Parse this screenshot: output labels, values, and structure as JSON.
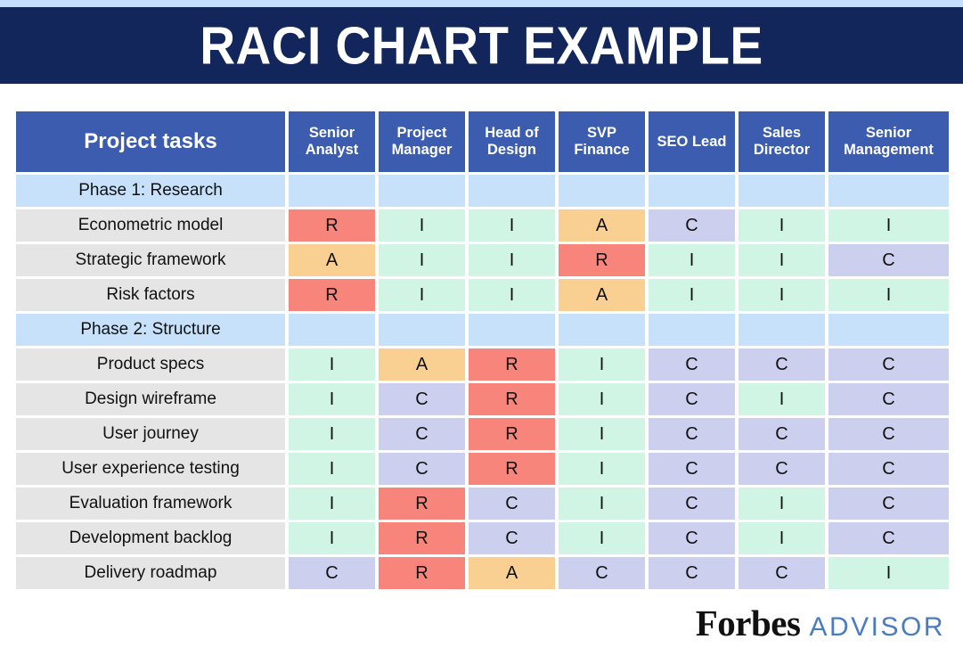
{
  "banner": {
    "title": "RACI CHART EXAMPLE"
  },
  "footer": {
    "brand": "Forbes",
    "suffix": "ADVISOR"
  },
  "colors": {
    "top_strip": "#c2e0fb",
    "banner_bg": "#13265c",
    "banner_text": "#ffffff",
    "header_bg": "#3b5caf",
    "header_text": "#ffffff",
    "phase_bg": "#c7e1fa",
    "task_label_bg": "#e5e5e5",
    "forbes_black": "#111111",
    "advisor_blue": "#4a7cc1",
    "raci": {
      "R": "#f7857b",
      "A": "#f9cf92",
      "C": "#cdcfee",
      "I": "#d0f5e4"
    }
  },
  "chart_data": {
    "type": "table",
    "title": "RACI CHART EXAMPLE",
    "columns": [
      "Project tasks",
      "Senior Analyst",
      "Project Manager",
      "Head of Design",
      "SVP Finance",
      "SEO Lead",
      "Sales Director",
      "Senior Management"
    ],
    "rows": [
      {
        "type": "phase",
        "label": "Phase 1: Research",
        "cells": [
          "",
          "",
          "",
          "",
          "",
          "",
          ""
        ]
      },
      {
        "type": "task",
        "label": "Econometric model",
        "cells": [
          "R",
          "I",
          "I",
          "A",
          "C",
          "I",
          "I"
        ]
      },
      {
        "type": "task",
        "label": "Strategic framework",
        "cells": [
          "A",
          "I",
          "I",
          "R",
          "I",
          "I",
          "C"
        ]
      },
      {
        "type": "task",
        "label": "Risk factors",
        "cells": [
          "R",
          "I",
          "I",
          "A",
          "I",
          "I",
          "I"
        ]
      },
      {
        "type": "phase",
        "label": "Phase 2: Structure",
        "cells": [
          "",
          "",
          "",
          "",
          "",
          "",
          ""
        ]
      },
      {
        "type": "task",
        "label": "Product specs",
        "cells": [
          "I",
          "A",
          "R",
          "I",
          "C",
          "C",
          "C"
        ]
      },
      {
        "type": "task",
        "label": "Design wireframe",
        "cells": [
          "I",
          "C",
          "R",
          "I",
          "C",
          "I",
          "C"
        ]
      },
      {
        "type": "task",
        "label": "User journey",
        "cells": [
          "I",
          "C",
          "R",
          "I",
          "C",
          "C",
          "C"
        ]
      },
      {
        "type": "task",
        "label": "User experience testing",
        "cells": [
          "I",
          "C",
          "R",
          "I",
          "C",
          "C",
          "C"
        ]
      },
      {
        "type": "task",
        "label": "Evaluation framework",
        "cells": [
          "I",
          "R",
          "C",
          "I",
          "C",
          "I",
          "C"
        ]
      },
      {
        "type": "task",
        "label": "Development backlog",
        "cells": [
          "I",
          "R",
          "C",
          "I",
          "C",
          "I",
          "C"
        ]
      },
      {
        "type": "task",
        "label": "Delivery roadmap",
        "cells": [
          "C",
          "R",
          "A",
          "C",
          "C",
          "C",
          "I"
        ]
      }
    ]
  }
}
